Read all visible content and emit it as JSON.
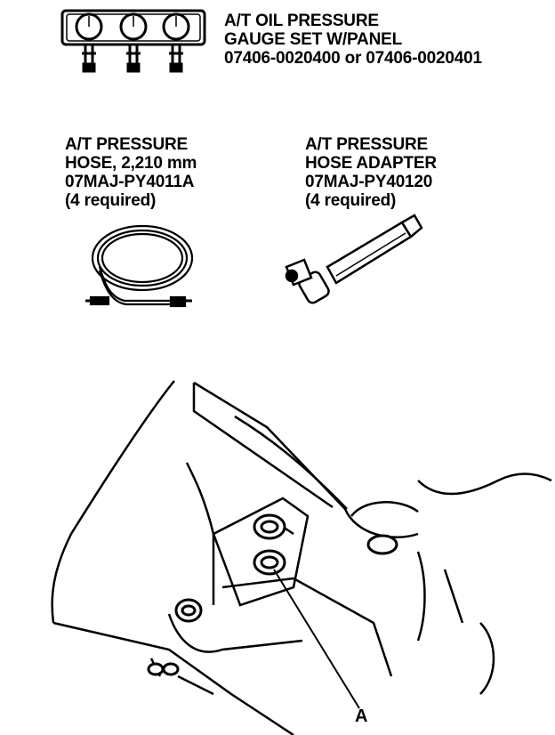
{
  "gauge_set": {
    "line1": "A/T OIL PRESSURE",
    "line2": "GAUGE SET W/PANEL",
    "line3": "07406-0020400 or 07406-0020401"
  },
  "hose": {
    "line1": "A/T PRESSURE",
    "line2": "HOSE, 2,210 mm",
    "line3": "07MAJ-PY4011A",
    "line4": "(4 required)"
  },
  "adapter": {
    "line1": "A/T PRESSURE",
    "line2": "HOSE ADAPTER",
    "line3": "07MAJ-PY40120",
    "line4": "(4 required)"
  },
  "callout": {
    "label": "A"
  }
}
